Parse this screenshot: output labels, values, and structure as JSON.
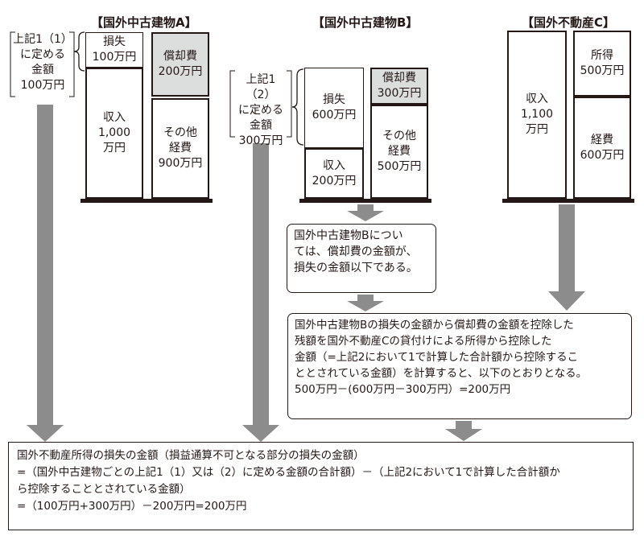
{
  "buildings": {
    "a": {
      "title": "【国外中古建物A】",
      "loss": "損失\n100万円",
      "income": "収入\n1,000\n万円",
      "depreciation": "償却費\n200万円",
      "other": "その他\n経費\n900万円",
      "ref": "上記1（1）\nに定める\n金額\n100万円"
    },
    "b": {
      "title": "【国外中古建物B】",
      "loss": "損失\n600万円",
      "income": "収入\n200万円",
      "depreciation": "償却費\n300万円",
      "other": "その他\n経費\n500万円",
      "ref": "上記1（2）\nに定める\n金額\n300万円"
    },
    "c": {
      "title": "【国外不動産C】",
      "income": "収入\n1,100\n万円",
      "profit": "所得\n500万円",
      "expense": "経費\n600万円"
    }
  },
  "note_b": "国外中古建物Bについ\nては、償却費の金額が、\n損失の金額以下である。",
  "calc_box": "国外中古建物Bの損失の金額から償却費の金額を控除した\n残額を国外不動産Cの貸付けによる所得から控除した\n金額（=上記2において1で計算した合計額から控除するこ\nととされている金額）を計算すると、以下のとおりとなる。\n500万円－(600万円－300万円）=200万円",
  "result_box": "国外不動産所得の損失の金額（損益通算不可となる部分の損失の金額）\n=（国外中古建物ごとの上記1（1）又は（2）に定める金額の合計額）－（上記2において1で計算した合計額か\nら控除することとされている金額）\n=（100万円+300万円）－200万円=200万円",
  "colors": {
    "arrow": "#8c8c8c",
    "gray_fill": "#dcdddd",
    "line": "#231815"
  }
}
